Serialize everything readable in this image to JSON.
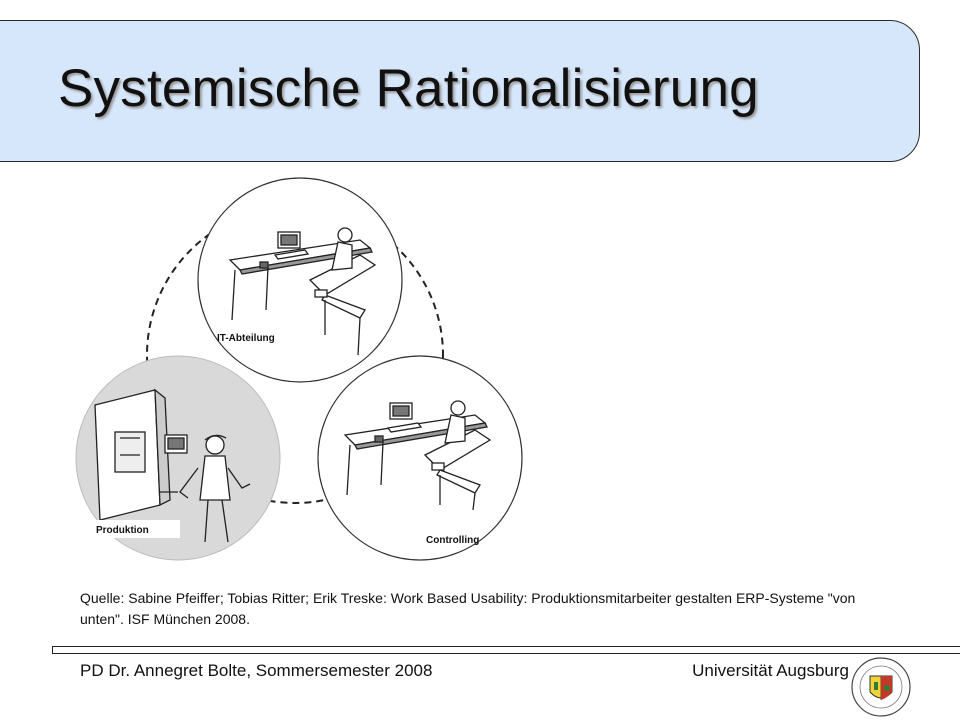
{
  "slide": {
    "title": "Systemische Rationalisierung"
  },
  "diagram": {
    "labels": {
      "it": "IT-Abteilung",
      "controlling": "Controlling",
      "produktion": "Produktion"
    }
  },
  "source": {
    "text": "Quelle: Sabine Pfeiffer; Tobias Ritter; Erik Treske: Work Based Usability: Produktionsmitarbeiter gestalten ERP-Systeme \"von unten\". ISF München 2008."
  },
  "footer": {
    "left": "PD Dr. Annegret Bolte, Sommersemester 2008",
    "right": "Universität Augsburg"
  },
  "colors": {
    "title_bg": "#d6e6fb",
    "production_circle": "#d9d9d9"
  },
  "icons": [
    "desk-workstation-icon",
    "machine-worker-icon",
    "university-seal-icon"
  ]
}
